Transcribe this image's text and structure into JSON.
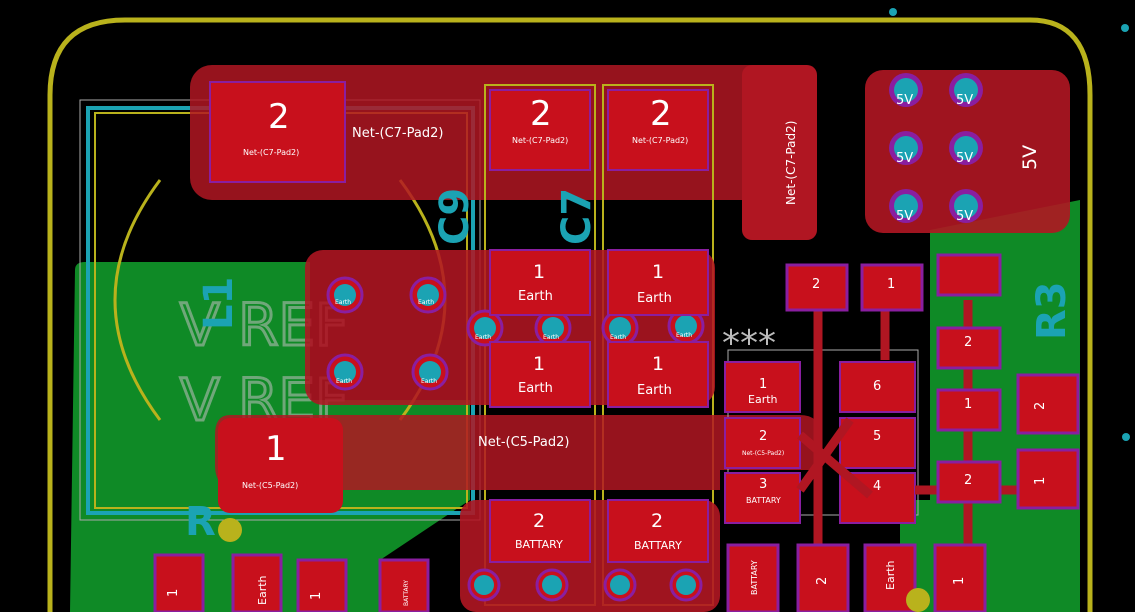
{
  "colors": {
    "background": "#000000",
    "edge_cuts": "#b9b21c",
    "copper_pour": "#0f8a26",
    "front_copper": "#b01622",
    "pad": "#c8101c",
    "via": "#1ba3b3",
    "mask": "#8a1ea0"
  },
  "labels": {
    "net_c7_pad2": "Net-(C7-Pad2)",
    "net_c5_pad2": "Net-(C5-Pad2)",
    "net_c5_pad2_small": "Net-(C5-Pad2)",
    "earth": "Earth",
    "battary": "BATTARY",
    "fivev": "5V",
    "pad1": "1",
    "pad2": "2",
    "pad3": "3",
    "pad4": "4",
    "pad5": "5",
    "pad6": "6",
    "ref_c9": "C9",
    "ref_c7": "C7",
    "ref_l1": "L1",
    "ref_r3": "R3",
    "ref_r": "R",
    "silk_vref1": "V REF",
    "silk_vref2": "V REF",
    "stars": "***"
  }
}
